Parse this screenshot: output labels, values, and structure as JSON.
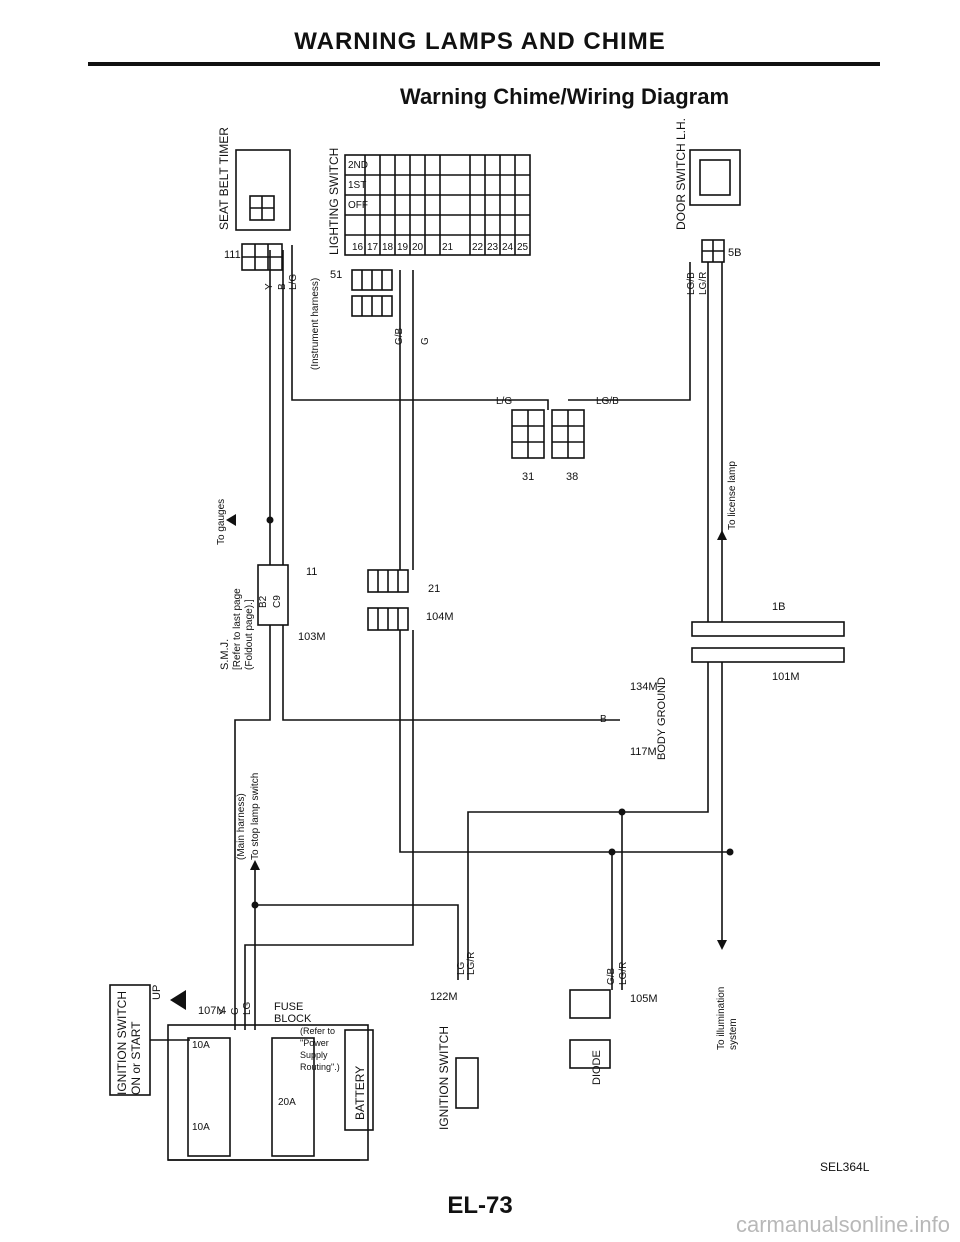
{
  "header": {
    "section_title": "WARNING LAMPS AND CHIME",
    "diagram_title": "Warning Chime/Wiring Diagram"
  },
  "components": {
    "seat_belt_timer": "SEAT BELT TIMER",
    "lighting_switch": "LIGHTING SWITCH",
    "door_switch": "DOOR SWITCH L.H.",
    "smj": "S.M.J.",
    "smj_ref1": "[Refer to last page",
    "smj_ref2": "(Foldout page).]",
    "ignition_switch_box": "IGNITION SWITCH",
    "ignition_switch_box2": "ON or START",
    "ignition_switch": "IGNITION SWITCH",
    "battery": "BATTERY",
    "fuse_block": "FUSE",
    "fuse_block2": "BLOCK",
    "fuse_ref1": "(Refer to",
    "fuse_ref2": "\"Power",
    "fuse_ref3": "Supply",
    "fuse_ref4": "Routing\".)",
    "diode": "DIODE",
    "body_ground": "BODY GROUND"
  },
  "lighting_table": {
    "headers": [
      "2ND",
      "1ST",
      "OFF"
    ],
    "rows": [
      "16",
      "17",
      "18",
      "19",
      "20",
      "21",
      "22",
      "23",
      "24",
      "25"
    ]
  },
  "connectors": [
    "111",
    "51",
    "31",
    "38",
    "5B",
    "11",
    "103M",
    "21",
    "104M",
    "134M",
    "117M",
    "1B",
    "101M",
    "107M",
    "122M",
    "105M"
  ],
  "wires": {
    "y": "Y",
    "b": "B",
    "lg": "LG",
    "lg_slash_g": "L/G",
    "g": "G",
    "g_slash_b": "G/B",
    "lg_slash_b": "LG/B",
    "lg_slash_r": "LG/R"
  },
  "smj_terminals": [
    "B2",
    "C9"
  ],
  "fuses": [
    "10A",
    "20A",
    "10A"
  ],
  "up_label": "UP",
  "notes": {
    "instrument_harness": "(Instrument harness)",
    "main_harness": "(Main harness)",
    "to_gauges": "To gauges",
    "to_license_lamp": "To license lamp",
    "to_stop_lamp": "To stop lamp switch",
    "to_illumination": "To illumination",
    "to_illumination2": "system"
  },
  "reference_code": "SEL364L",
  "page_number": "EL-73",
  "watermark": "carmanualsonline.info"
}
